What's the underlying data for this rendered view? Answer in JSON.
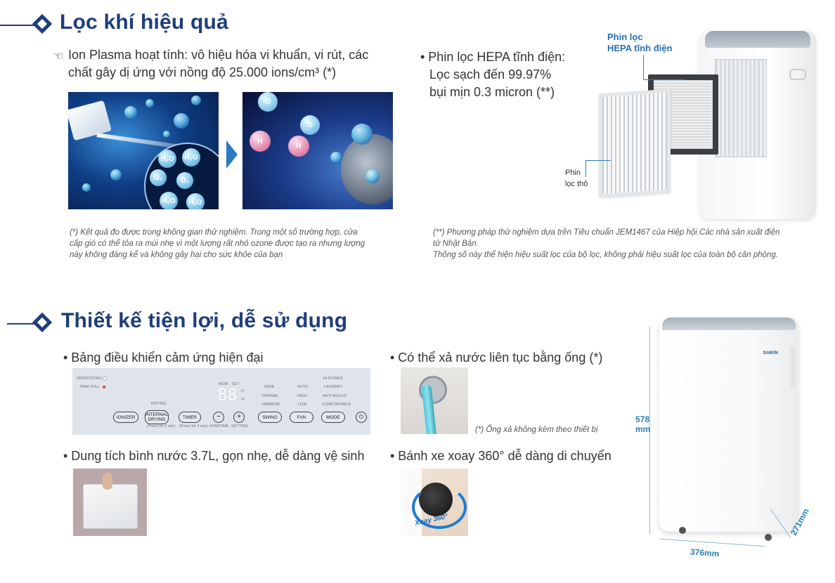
{
  "section1": {
    "title": "Lọc khí hiệu quả",
    "ion_text_line1": "Ion Plasma hoạt tính: vô hiệu hóa vi khuẩn, vi rút, các",
    "ion_text_line2": "chất gây dị ứng với nồng độ 25.000 ions/cm³ (*)",
    "hepa_line1": "• Phin lọc HEPA tĩnh điện:",
    "hepa_line2": "Lọc sạch đến 99.97%",
    "hepa_line3": "bụi mịn 0.3 micron (**)",
    "label_hepa_1": "Phin lọc",
    "label_hepa_2": "HEPA tĩnh điện",
    "label_coarse_1": "Phin",
    "label_coarse_2": "lọc thô",
    "molecules_left": [
      "H₂O",
      "H₂O",
      "O₂",
      "O₂",
      "H₂O",
      "H₂O"
    ],
    "molecules_right": [
      "O",
      "O",
      "H",
      "H"
    ],
    "note_left_1": "(*) Kết quả đo được trong không gian thử nghiệm. Trong một số trường hợp, cửa",
    "note_left_2": "cấp gió có thể tỏa ra mùi nhẹ vì một lượng rất nhỏ ozone được tạo ra nhưng lượng",
    "note_left_3": "này không đáng kể và không gây hại cho sức khỏe của bạn",
    "note_right_1": "(**) Phương pháp thử nghiệm dựa trên Tiêu chuẩn JEM1467 của Hiệp hội Các nhà sản xuất điện",
    "note_right_2": "tử Nhật Bản.",
    "note_right_3": "Thông số này thể hiện hiệu suất lọc của bộ lọc, không phải hiệu suất lọc của toàn bộ căn phòng."
  },
  "section2": {
    "title": "Thiết kế tiện lợi, dễ sử dụng",
    "bullet_panel": "• Bảng điều khiển cảm ứng hiện đại",
    "bullet_drain": "• Có thể xả nước liên tục bằng ống (*)",
    "drain_note": "(*) Ống xả không kèm theo thiết bị",
    "bullet_tank": "• Dung tích bình nước 3.7L, gọn nhẹ, dễ dàng vệ sinh",
    "bullet_wheel": "• Bánh xe xoay 360° dễ dàng di chuyển",
    "wheel_label": "Xoay 360°",
    "brand": "DAIKIN",
    "dim_height_1": "578",
    "dim_height_2": "mm",
    "dim_width": "376mm",
    "dim_depth": "271mm"
  },
  "control_panel": {
    "defrosting": "DEFROSTING",
    "tank_full": "TANK FULL",
    "drying": "DRYING",
    "now": "NOW",
    "set": "SET",
    "display": "88",
    "unit_h": "H",
    "unit_pct": "%",
    "wide": "WIDE",
    "normal": "NORMAL",
    "narrow": "NARROW",
    "auto": "AUTO",
    "high": "HIGH",
    "low": "LOW",
    "hi_power": "HI POWER",
    "laundry": "LAUNDRY",
    "anti_mould": "ANTI MOULD",
    "comfortable": "COMFORTABLE",
    "btn_ionizer": "IONIZER",
    "btn_internal_1": "INTERNAL",
    "btn_internal_2": "DRYING",
    "btn_timer": "TIMER",
    "btn_minus": "−",
    "btn_plus": "+",
    "btn_swing": "SWING",
    "btn_fan": "FAN",
    "btn_mode": "MODE",
    "btn_power": "⏻",
    "hum_time": "HUM/TIME",
    "setting": "SETTING",
    "press_for_2sec_1": "(Press for 2 sec)",
    "press_for_2sec_2": "(Press for 2 sec)"
  },
  "colors": {
    "brand_blue": "#1f3d7a",
    "dim_blue": "#2a7fb8",
    "panel_bg": "#dfe4ea"
  }
}
